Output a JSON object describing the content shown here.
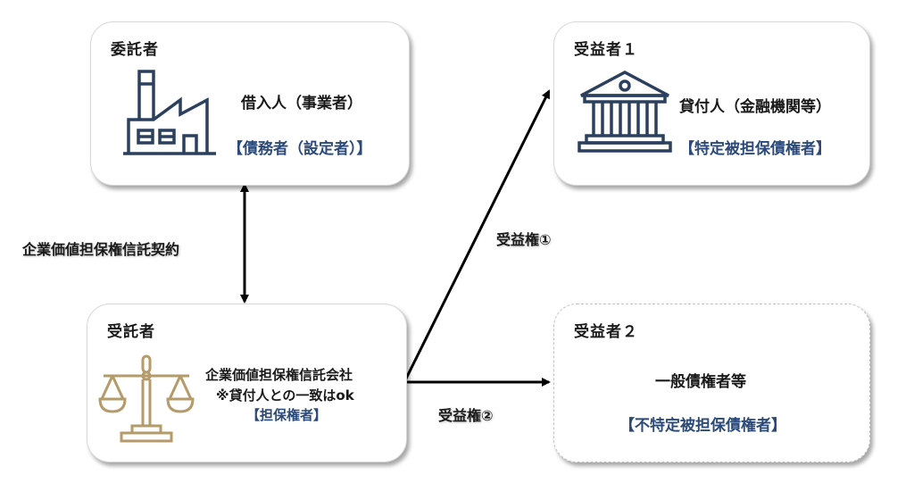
{
  "diagram": {
    "colors": {
      "navy": "#2b3f5e",
      "role_blue": "#2b4a7a",
      "gold": "#b59a6a",
      "arrow": "#000000"
    },
    "settlor": {
      "title": "委託者",
      "name": "借入人（事業者）",
      "role": "【債務者（設定者）】",
      "icon": "factory-icon"
    },
    "beneficiary1": {
      "title": "受益者１",
      "name": "貸付人（金融機関等）",
      "role": "【特定被担保債権者】",
      "icon": "bank-icon"
    },
    "trustee": {
      "title": "受託者",
      "name": "企業価値担保権信託会社",
      "note": "※貸付人との一致はok",
      "role": "【担保権者】",
      "icon": "scales-icon"
    },
    "beneficiary2": {
      "title": "受益者２",
      "name": "一般債権者等",
      "role": "【不特定被担保債権者】"
    },
    "edges": {
      "trust_contract": "企業価値担保権信託契約",
      "beneficial_right_1": "受益権①",
      "beneficial_right_2": "受益権②"
    }
  }
}
